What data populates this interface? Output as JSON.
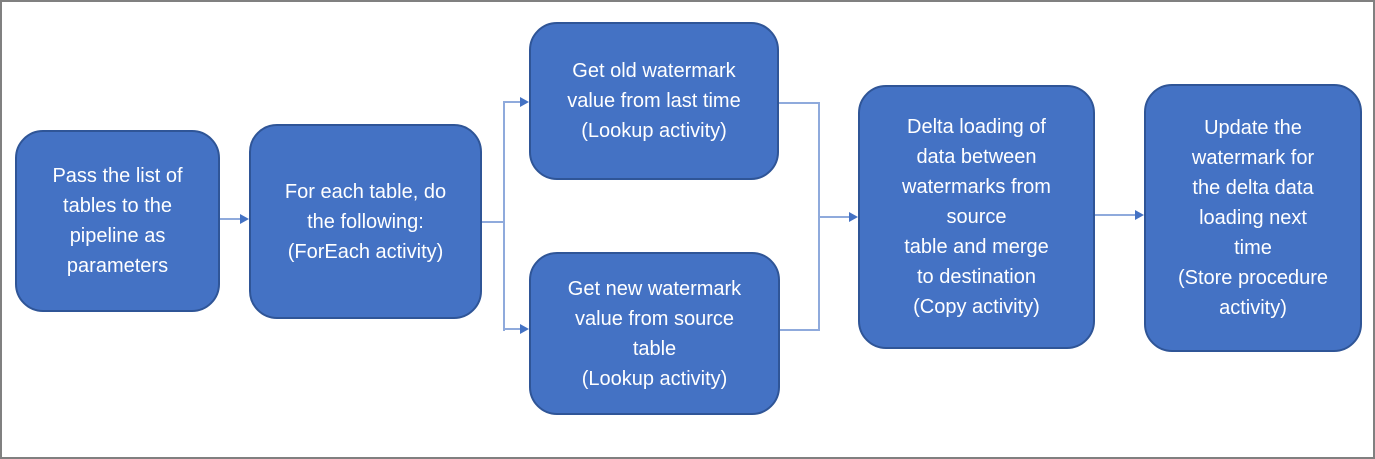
{
  "diagram": {
    "colors": {
      "node_fill": "#4472C4",
      "node_border": "#2F5597",
      "connector": "#8FAADC",
      "arrowhead": "#4472C4",
      "canvas_border": "#808080",
      "background": "#FFFFFF",
      "text": "#FFFFFF"
    },
    "nodes": [
      {
        "id": "pass-tables",
        "text": "Pass the list of\ntables to the\npipeline as\nparameters"
      },
      {
        "id": "foreach-table",
        "text": "For each table, do\nthe following:\n(ForEach activity)"
      },
      {
        "id": "get-old-watermark",
        "text": "Get old watermark\nvalue from last time\n(Lookup activity)"
      },
      {
        "id": "get-new-watermark",
        "text": "Get new watermark\nvalue from source\ntable\n(Lookup activity)"
      },
      {
        "id": "delta-loading",
        "text": "Delta loading of\ndata between\nwatermarks from\nsource\ntable and merge\nto destination\n(Copy activity)"
      },
      {
        "id": "update-watermark",
        "text": "Update the\nwatermark for\nthe delta data\nloading next\ntime\n(Store procedure\nactivity)"
      }
    ]
  }
}
